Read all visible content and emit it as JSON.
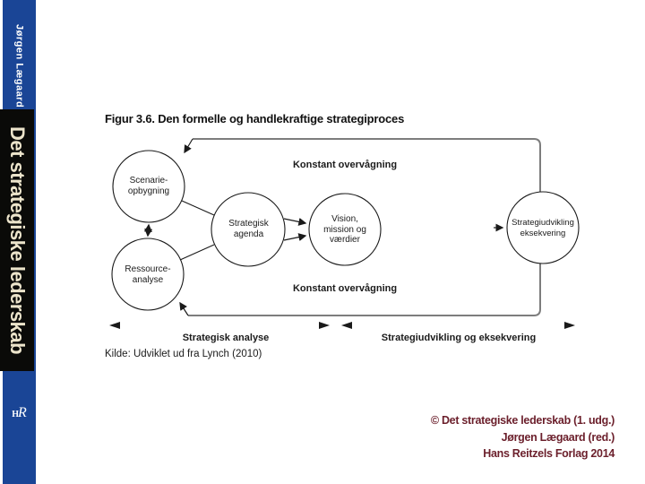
{
  "sidebar": {
    "author_vertical": "Jørgen Lægaard",
    "book_title_vertical": "Det strategiske lederskab",
    "logo_h": "H",
    "logo_r": "R",
    "blue_color": "#1a4596",
    "black_color": "#0a0a08",
    "cream_color": "#ece4cb"
  },
  "figure": {
    "title": "Figur 3.6. Den formelle og handlekraftige strategiproces",
    "source_note": "Kilde: Udviklet ud fra Lynch (2010)"
  },
  "diagram": {
    "monitor_top": "Konstant overvågning",
    "monitor_bottom": "Konstant overvågning",
    "phase_left_label": "Strategisk analyse",
    "phase_right_label": "Strategiudvikling og eksekvering",
    "nodes": [
      {
        "id": "scenarie-opbygning",
        "lines": [
          "Scenarie-",
          "opbygning"
        ]
      },
      {
        "id": "ressource-analyse",
        "lines": [
          "Ressource-",
          "analyse"
        ]
      },
      {
        "id": "strategisk-agenda",
        "lines": [
          "Strategisk",
          "agenda"
        ]
      },
      {
        "id": "vision-mission-vaerdier",
        "lines": [
          "Vision,",
          "mission og",
          "værdier"
        ]
      },
      {
        "id": "strategiudvikling-eksekvering",
        "lines": [
          "Strategiudvikling",
          "eksekvering"
        ]
      }
    ],
    "border_color": "#7d7d7d",
    "line_color": "#1a1a1a"
  },
  "footer": {
    "line1": "© Det strategiske lederskab (1. udg.)",
    "line2": "Jørgen Lægaard (red.)",
    "line3": "Hans Reitzels Forlag 2014",
    "text_color": "#6b1f2b"
  }
}
